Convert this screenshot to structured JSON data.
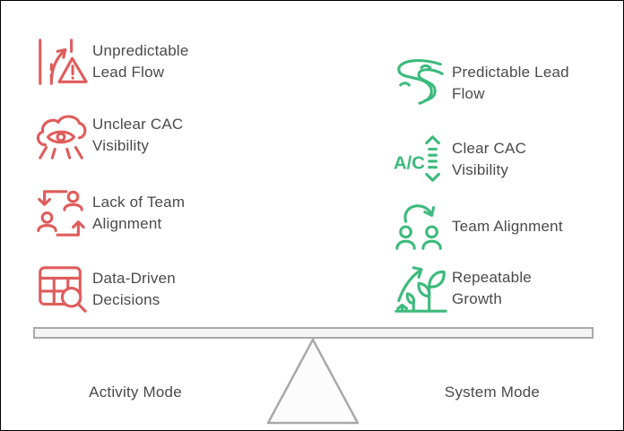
{
  "canvas": {
    "background": "#ffffff",
    "frame_border": "#000000"
  },
  "colors": {
    "negative_accent": "#e05c5c",
    "positive_accent": "#3cba7c",
    "label_text": "#4a4a4a",
    "beam_fill": "#f4f4f4",
    "beam_border": "#a9a9a9",
    "fulcrum_fill": "#fcfcfc"
  },
  "left_column": {
    "mode_label": "Activity Mode",
    "items": [
      {
        "icon": "road-warning-icon",
        "lines": [
          "Unpredictable",
          "Lead Flow"
        ]
      },
      {
        "icon": "eye-cloud-icon",
        "lines": [
          "Unclear CAC",
          "Visibility"
        ]
      },
      {
        "icon": "people-swap-arrows-icon",
        "lines": [
          "Lack of Team",
          "Alignment"
        ]
      },
      {
        "icon": "table-magnifier-icon",
        "lines": [
          "Data-Driven",
          "Decisions"
        ]
      }
    ]
  },
  "right_column": {
    "mode_label": "System Mode",
    "items": [
      {
        "icon": "river-icon",
        "lines": [
          "Predictable Lead",
          "Flow"
        ]
      },
      {
        "icon": "ac-gauge-icon",
        "icon_text": "A/C",
        "lines": [
          "Clear CAC",
          "Visibility"
        ]
      },
      {
        "icon": "people-cycle-arrow-icon",
        "lines": [
          "Team Alignment"
        ]
      },
      {
        "icon": "plant-growth-arrow-icon",
        "lines": [
          "Repeatable",
          "Growth"
        ]
      }
    ]
  }
}
